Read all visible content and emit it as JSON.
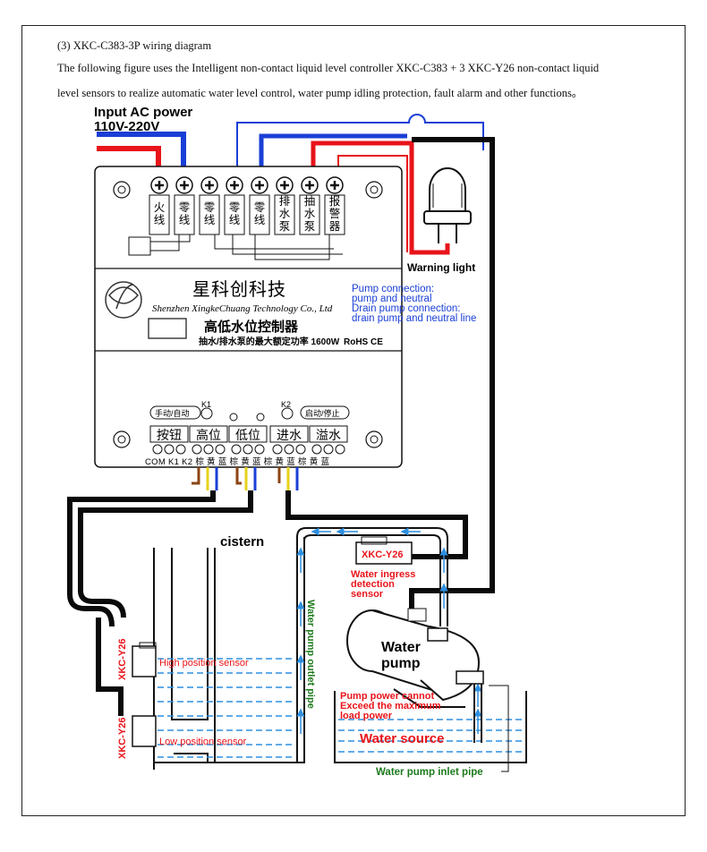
{
  "header": {
    "title": "(3) XKC-C383-3P wiring diagram",
    "line1": "The following figure uses the Intelligent non-contact liquid level controller XKC-C383 + 3 XKC-Y26 non-contact liquid",
    "line2": "level sensors to realize automatic water level control, water pump idling protection, fault alarm and other functions。"
  },
  "power": {
    "label1": "Input AC power",
    "label2": "110V-220V"
  },
  "terminals": [
    {
      "label": "火线"
    },
    {
      "label": "零线"
    },
    {
      "label": "零线"
    },
    {
      "label": "零线"
    },
    {
      "label": "零线"
    },
    {
      "label": "排水泵"
    },
    {
      "label": "抽水泵"
    },
    {
      "label": "报警器"
    }
  ],
  "brand": {
    "cn_name": "星科创科技",
    "en_name": "Shenzhen XingkeChuang Technology Co., Ltd",
    "product": "高低水位控制器",
    "power_note": "抽水/排水泵的最大额定功率 1600W",
    "cert": "RoHS CE"
  },
  "pump_note": {
    "l1": "Pump connection:",
    "l2": "pump and neutral",
    "l3": "Drain pump connection:",
    "l4": "drain pump and neutral line"
  },
  "warning_light": "Warning light",
  "panel": {
    "manual_auto": "手动/自动",
    "start_stop": "启动/停止",
    "k1": "K1",
    "k2": "K2",
    "groups": [
      "按钮",
      "高位",
      "低位",
      "进水",
      "溢水"
    ],
    "bottom": "COM K1 K2 棕 黄 蓝 棕 黄 蓝 棕 黄 蓝 棕 黄 蓝"
  },
  "labels": {
    "cistern": "cistern",
    "sensor_tag": "XKC-Y26",
    "ingress1": "Water ingress",
    "ingress2": "detection",
    "ingress3": "sensor",
    "high_sensor": "High position sensor",
    "low_sensor": "Low position sensor",
    "outlet_pipe": "Water pump outlet pipe",
    "pump1": "Water",
    "pump2": "pump",
    "pwr1": "Pump power cannot",
    "pwr2": "Exceed the maximum",
    "pwr3": "load power",
    "water_source": "Water source",
    "inlet_pipe": "Water pump inlet pipe"
  },
  "colors": {
    "red": "#e8141a",
    "blue": "#1a3fd6",
    "black": "#0a0a0a",
    "water": "#2f8fe0",
    "green": "#1d7a1d",
    "label_red": "#e8141a",
    "note_blue": "#1a3fd6"
  }
}
